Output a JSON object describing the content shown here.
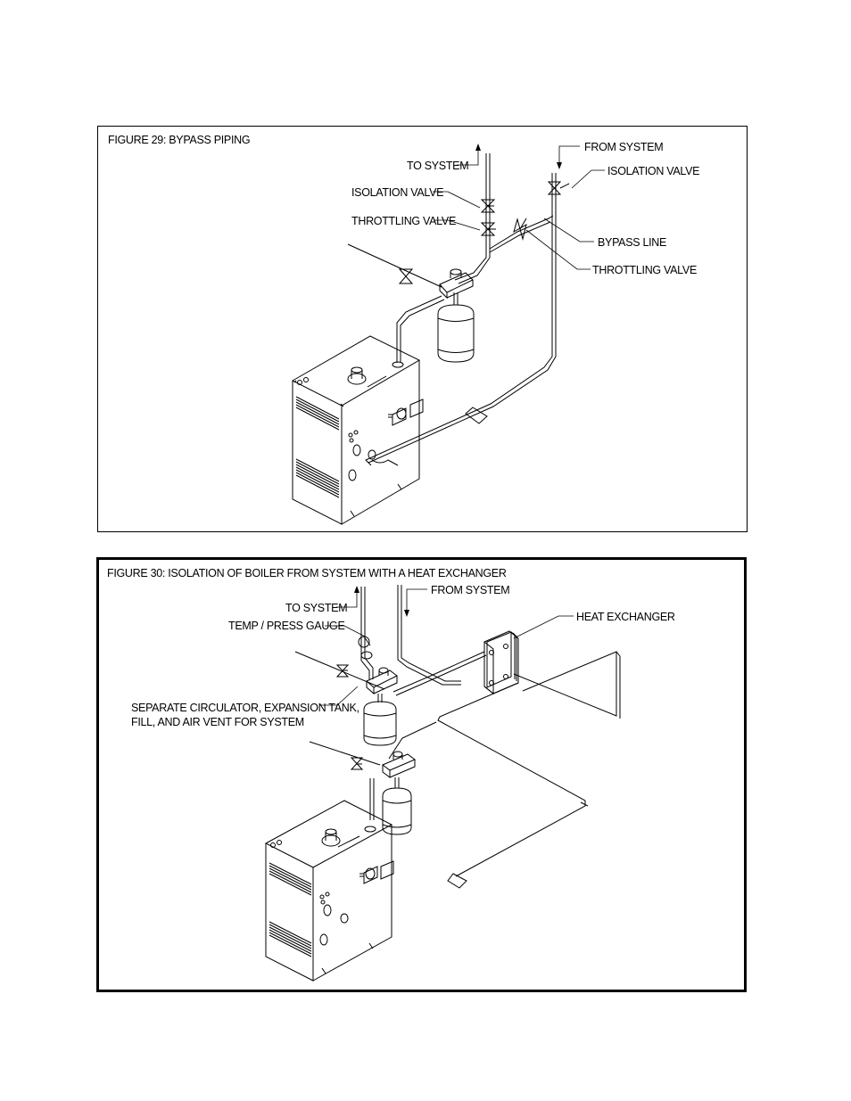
{
  "figure29": {
    "title": "FIGURE 29: BYPASS PIPING",
    "labels": {
      "to_system": "TO SYSTEM",
      "isolation_valve_left": "ISOLATION VALVE",
      "throttling_valve_left": "THROTTLING VALVE",
      "from_system": "FROM SYSTEM",
      "isolation_valve_right": "ISOLATION VALVE",
      "bypass_line": "BYPASS LINE",
      "throttling_valve_bypass": "THROTTLING VALVE"
    }
  },
  "figure30": {
    "title": "FIGURE 30: ISOLATION OF BOILER FROM SYSTEM WITH A HEAT EXCHANGER",
    "labels": {
      "to_system": "TO SYSTEM",
      "from_system": "FROM SYSTEM",
      "temp_press_gauge": "TEMP / PRESS GAUGE",
      "heat_exchanger": "HEAT EXCHANGER",
      "separate_circulator_line1": "SEPARATE CIRCULATOR, EXPANSION TANK,",
      "separate_circulator_line2": "FILL, AND AIR VENT FOR SYSTEM"
    }
  }
}
